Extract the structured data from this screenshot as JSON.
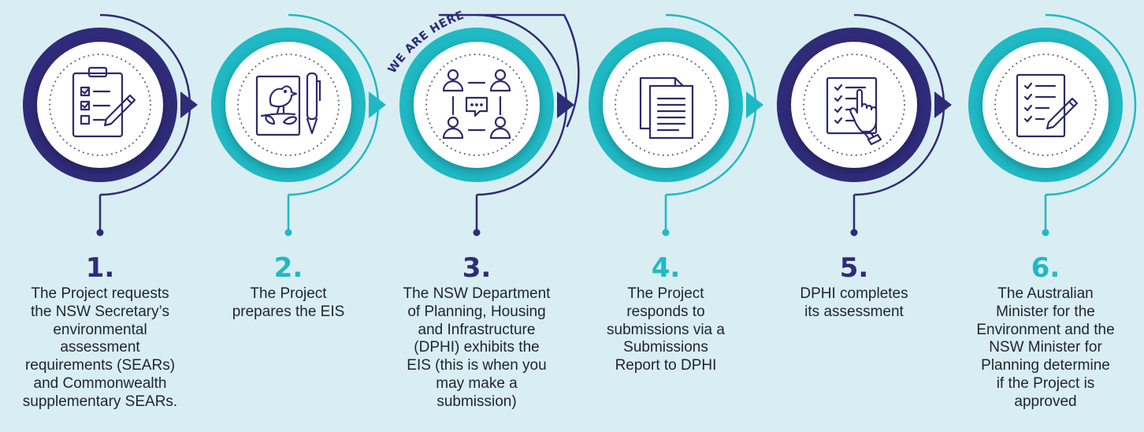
{
  "colors": {
    "background": "#d9eef2",
    "navy": "#2f2b79",
    "teal": "#1fb9c4",
    "icon_stroke": "#2d2a6f",
    "text": "#1f2333"
  },
  "highlight_label": "WE ARE HERE",
  "steps": [
    {
      "number": "1.",
      "color": "navy",
      "icon": "clipboard-checklist-pencil-icon",
      "lines": [
        "The Project requests",
        "the NSW Secretary’s",
        "environmental",
        "assessment",
        "requirements (SEARs)",
        "and Commonwealth",
        "supplementary SEARs."
      ]
    },
    {
      "number": "2.",
      "color": "teal",
      "icon": "document-bird-pen-icon",
      "lines": [
        "The Project",
        "prepares the EIS"
      ]
    },
    {
      "number": "3.",
      "color": "navy",
      "icon": "people-network-chat-icon",
      "lines": [
        "The NSW Department",
        "of Planning, Housing",
        "and Infrastructure",
        "(DPHI) exhibits the",
        "EIS (this is when you",
        "may make a",
        "submission)"
      ]
    },
    {
      "number": "4.",
      "color": "teal",
      "icon": "stacked-documents-icon",
      "lines": [
        "The Project",
        "responds to",
        "submissions via a",
        "Submissions",
        "Report to DPHI"
      ]
    },
    {
      "number": "5.",
      "color": "navy",
      "icon": "checklist-hand-pointer-icon",
      "lines": [
        "DPHI completes",
        "its assessment"
      ]
    },
    {
      "number": "6.",
      "color": "teal",
      "icon": "checklist-pencil-icon",
      "lines": [
        "The Australian",
        "Minister for the",
        "Environment and the",
        "NSW Minister for",
        "Planning determine",
        "if the Project is",
        "approved"
      ]
    }
  ]
}
